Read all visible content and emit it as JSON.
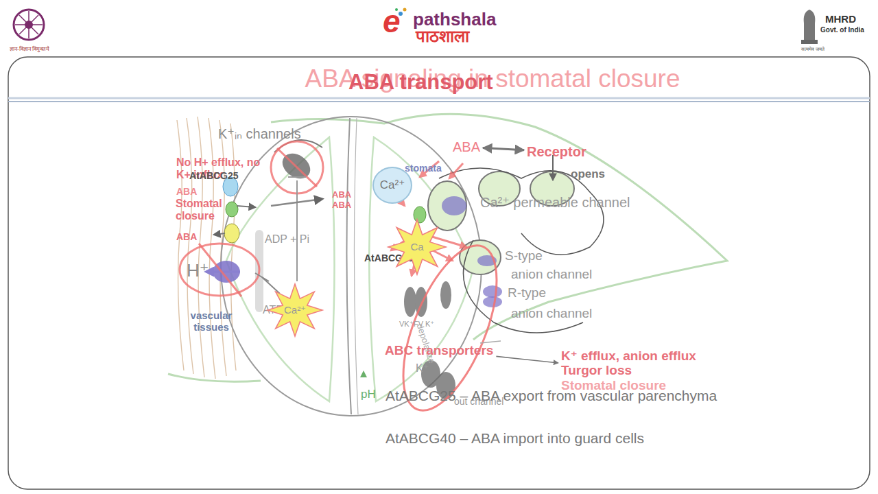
{
  "diagram": {
    "title": "ABA signaling in stomatal closure",
    "nodes": [
      {
        "text": [
          "ABA"
        ]
      },
      {
        "text": [
          "Receptor"
        ]
      },
      {
        "text": [
          "Ca²⁺"
        ]
      },
      {
        "text": [
          "Ca"
        ]
      },
      {
        "text": [
          "Ca²⁺"
        ]
      },
      {
        "text": [
          "ABC transporters"
        ]
      },
      {
        "text": [
          "K⁺ efflux, anion efflux",
          "Turgor loss",
          "Stomatal closure"
        ]
      }
    ],
    "edges": [
      {
        "from": 0,
        "to": 1,
        "arrow": "both"
      },
      {
        "from": 5,
        "to": 6,
        "arrow": "to"
      }
    ],
    "labels": [
      "ज्ञान-विज्ञान विमुक्तये",
      "e",
      "pathshala",
      "पाठशाला",
      "MHRD",
      "Govt. of India",
      "सत्यमेव जयते",
      "ABA transport",
      "K⁺ᵢₙ channels",
      "No H+ efflux, no K+ influx",
      "AtABCG25",
      "ABA",
      "Stomatal closure",
      "ABA",
      "ABA",
      "ABA",
      "H⁺",
      "ADP + Pi",
      "ATP",
      "vascular tissues",
      "stomata",
      "opens",
      "Ca²⁺ permeable channel",
      "AtABCG40",
      "S-type",
      "anion channel",
      "R-type",
      "anion channel",
      "VK⁺",
      "FV",
      "K⁺",
      "depolarize",
      "K⁺",
      "pH",
      "out channel",
      "AtABCG25 – ABA export from vascular parenchyma",
      "AtABCG40 – ABA import into guard cells"
    ]
  }
}
